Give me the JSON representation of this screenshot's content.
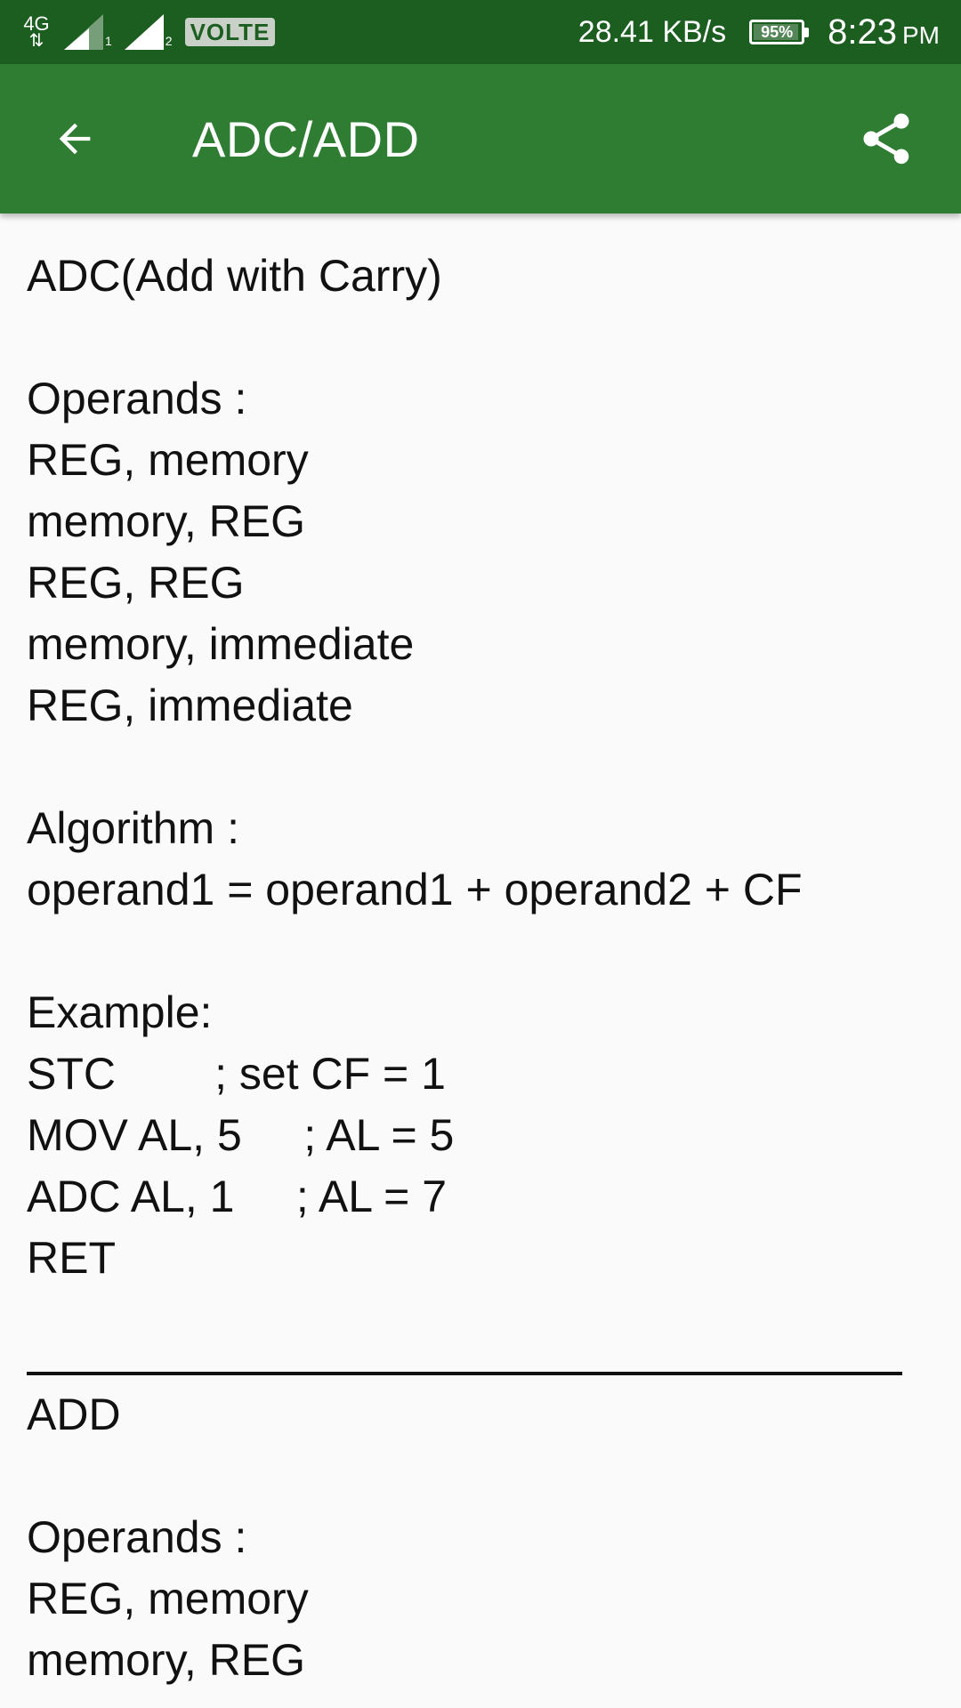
{
  "status_bar": {
    "network_type": "4G",
    "sim1_label": "1",
    "sim2_label": "2",
    "volte_label": "VOLTE",
    "data_speed": "28.41 KB/s",
    "battery_level": "95%",
    "battery_fraction": 0.95,
    "time": "8:23",
    "ampm": "PM"
  },
  "app_bar": {
    "title": "ADC/ADD",
    "back_icon": "arrow-back-icon",
    "share_icon": "share-icon"
  },
  "content": {
    "adc_lines": [
      "ADC(Add with Carry)",
      "",
      "Operands :",
      "REG, memory",
      "memory, REG",
      "REG, REG",
      "memory, immediate",
      "REG, immediate",
      "",
      "Algorithm :",
      "operand1 = operand1 + operand2 + CF",
      "",
      "Example:",
      "STC        ; set CF = 1",
      "MOV AL, 5     ; AL = 5",
      "ADC AL, 1     ; AL = 7",
      "RET",
      ""
    ],
    "add_lines": [
      "ADD",
      "",
      "Operands :",
      "REG, memory",
      "memory, REG"
    ]
  },
  "colors": {
    "status_bar": "#1b5e20",
    "app_bar": "#2e7d32",
    "background": "#fafafa",
    "text": "#111111"
  }
}
